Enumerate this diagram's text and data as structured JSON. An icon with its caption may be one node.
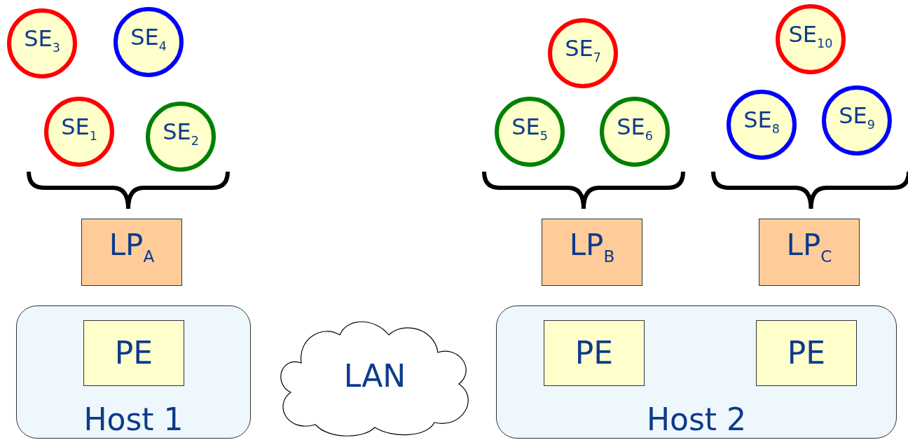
{
  "diagram": {
    "nodes": [
      {
        "text": [
          "SE$_{3}$"
        ]
      },
      {
        "text": [
          "SE$_{4}$"
        ]
      },
      {
        "text": [
          "SE$_{7}$"
        ]
      },
      {
        "text": [
          "SE$_{10}$"
        ]
      },
      {
        "text": [
          "SE$_{1}$"
        ]
      },
      {
        "text": [
          "SE$_{2}$"
        ]
      },
      {
        "text": [
          "SE$_{5}$"
        ]
      },
      {
        "text": [
          "SE$_{6}$"
        ]
      },
      {
        "text": [
          "SE$_{8}$"
        ]
      },
      {
        "text": [
          "SE$_{9}$"
        ]
      },
      {
        "text": [
          "LP$_{A}$"
        ]
      },
      {
        "text": [
          "LP$_{B}$"
        ]
      },
      {
        "text": [
          "LP$_{C}$"
        ]
      },
      {
        "text": [
          "Host 1"
        ]
      },
      {
        "text": [
          "PE"
        ],
        "in": 13
      },
      {
        "text": [
          "LAN"
        ]
      },
      {
        "text": [
          "Host 2"
        ]
      },
      {
        "text": [
          "PE"
        ],
        "in": 16
      },
      {
        "text": [
          "PE"
        ],
        "in": 16
      }
    ],
    "edges": []
  }
}
